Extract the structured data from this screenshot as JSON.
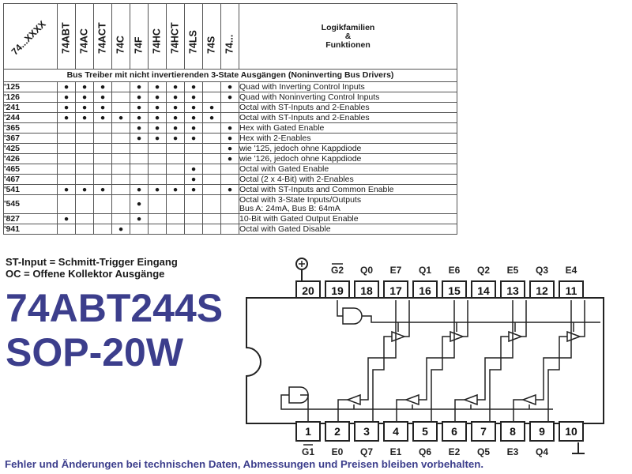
{
  "table": {
    "corner_label": "74...XXXX",
    "families": [
      "74ABT",
      "74AC",
      "74ACT",
      "74C",
      "74F",
      "74HC",
      "74HCT",
      "74LS",
      "74S",
      "74..."
    ],
    "title_line1": "Logikfamilien",
    "title_line2": "&",
    "title_line3": "Funktionen",
    "section_title": "Bus Treiber mit nicht invertierenden 3-State Ausgängen (Noninverting Bus Drivers)",
    "dot_symbol": "●",
    "rows": [
      {
        "code": "'125",
        "dots": [
          1,
          1,
          1,
          0,
          1,
          1,
          1,
          1,
          0,
          1
        ],
        "desc": "Quad with Inverting Control Inputs"
      },
      {
        "code": "'126",
        "dots": [
          1,
          1,
          1,
          0,
          1,
          1,
          1,
          1,
          0,
          1
        ],
        "desc": "Quad with Noninverting Control Inputs"
      },
      {
        "code": "'241",
        "dots": [
          1,
          1,
          1,
          0,
          1,
          1,
          1,
          1,
          1,
          0
        ],
        "desc": "Octal with ST-Inputs and 2-Enables"
      },
      {
        "code": "'244",
        "dots": [
          1,
          1,
          1,
          1,
          1,
          1,
          1,
          1,
          1,
          0
        ],
        "desc": "Octal with ST-Inputs and 2-Enables"
      },
      {
        "code": "'365",
        "dots": [
          0,
          0,
          0,
          0,
          1,
          1,
          1,
          1,
          0,
          1
        ],
        "desc": "Hex with Gated Enable"
      },
      {
        "code": "'367",
        "dots": [
          0,
          0,
          0,
          0,
          1,
          1,
          1,
          1,
          0,
          1
        ],
        "desc": "Hex with 2-Enables"
      },
      {
        "code": "'425",
        "dots": [
          0,
          0,
          0,
          0,
          0,
          0,
          0,
          0,
          0,
          1
        ],
        "desc": "wie '125, jedoch ohne Kappdiode"
      },
      {
        "code": "'426",
        "dots": [
          0,
          0,
          0,
          0,
          0,
          0,
          0,
          0,
          0,
          1
        ],
        "desc": "wie '126, jedoch ohne Kappdiode"
      },
      {
        "code": "'465",
        "dots": [
          0,
          0,
          0,
          0,
          0,
          0,
          0,
          1,
          0,
          0
        ],
        "desc": "Octal with Gated Enable"
      },
      {
        "code": "'467",
        "dots": [
          0,
          0,
          0,
          0,
          0,
          0,
          0,
          1,
          0,
          0
        ],
        "desc": "Octal (2 x 4-Bit) with 2-Enables"
      },
      {
        "code": "'541",
        "dots": [
          1,
          1,
          1,
          0,
          1,
          1,
          1,
          1,
          0,
          1
        ],
        "desc": "Octal with ST-Inputs and Common Enable"
      },
      {
        "code": "'545",
        "dots": [
          0,
          0,
          0,
          0,
          1,
          0,
          0,
          0,
          0,
          0
        ],
        "desc": "Octal with 3-State Inputs/Outputs",
        "desc2": "Bus A: 24mA, Bus B: 64mA"
      },
      {
        "code": "'827",
        "dots": [
          1,
          0,
          0,
          0,
          1,
          0,
          0,
          0,
          0,
          0
        ],
        "desc": "10-Bit with Gated Output Enable"
      },
      {
        "code": "'941",
        "dots": [
          0,
          0,
          0,
          1,
          0,
          0,
          0,
          0,
          0,
          0
        ],
        "desc": "Octal with Gated Disable"
      }
    ]
  },
  "notes": {
    "line1": "ST-Input = Schmitt-Trigger Eingang",
    "line2": "OC = Offene Kollektor Ausgänge"
  },
  "part": {
    "name": "74ABT244S",
    "package": "SOP-20W"
  },
  "pinout": {
    "top_labels": [
      "G2",
      "Q0",
      "E7",
      "Q1",
      "E6",
      "Q2",
      "E5",
      "Q3",
      "E4"
    ],
    "top_numbers": [
      "20",
      "19",
      "18",
      "17",
      "16",
      "15",
      "14",
      "13",
      "12",
      "11"
    ],
    "bottom_numbers": [
      "1",
      "2",
      "3",
      "4",
      "5",
      "6",
      "7",
      "8",
      "9",
      "10"
    ],
    "bottom_labels": [
      "G1",
      "E0",
      "Q7",
      "E1",
      "Q6",
      "E2",
      "Q5",
      "E3",
      "Q4"
    ]
  },
  "footer": "Fehler und Änderungen bei technischen Daten, Abmessungen und Preisen bleiben vorbehalten."
}
